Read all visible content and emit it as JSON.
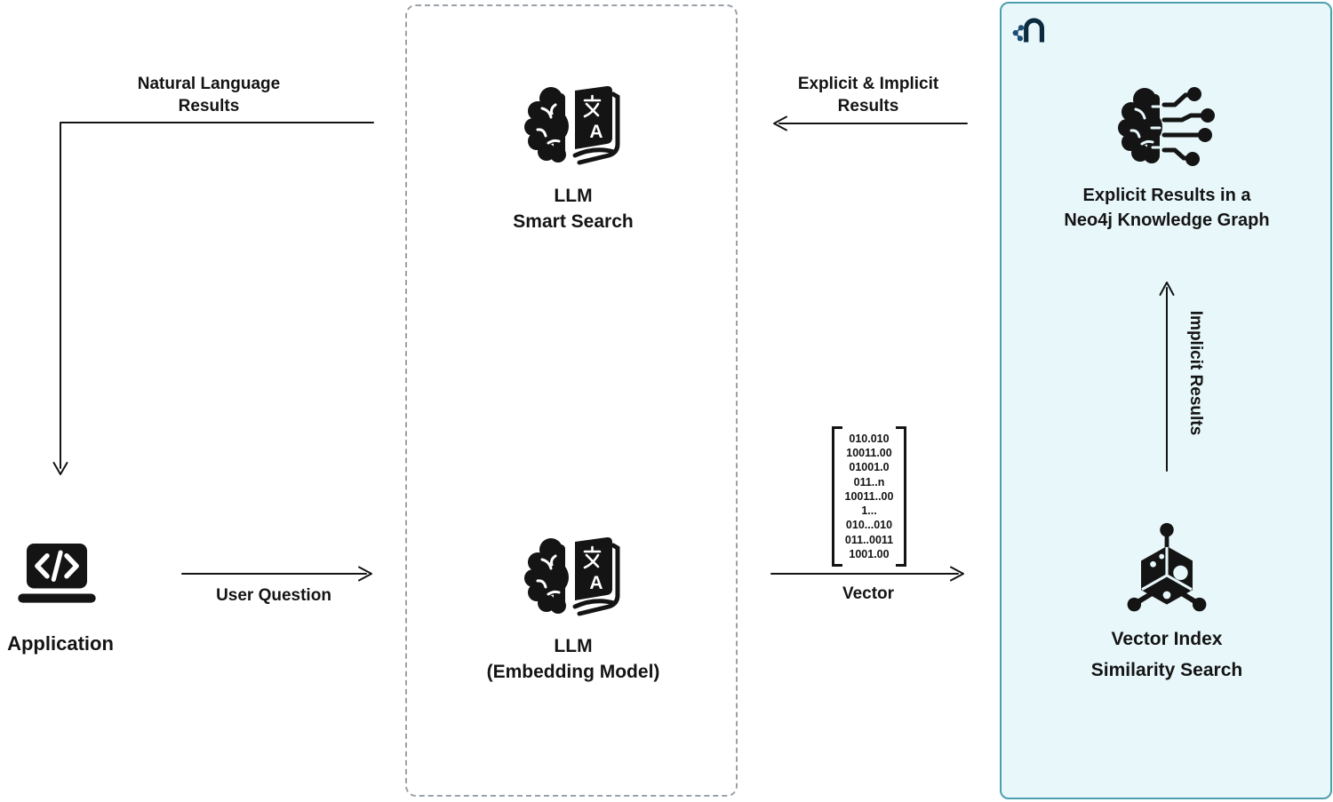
{
  "diagram": {
    "left": {
      "natural_language_results": {
        "line1": "Natural Language",
        "line2": "Results"
      },
      "application": "Application",
      "user_question": "User Question"
    },
    "llm_box": {
      "smart_search": {
        "line1": "LLM",
        "line2": "Smart Search"
      },
      "embedding_model": {
        "line1": "LLM",
        "line2": "(Embedding Model)"
      }
    },
    "vector_flow": {
      "matrix_rows": [
        "010.010",
        "10011.00",
        "01001.0",
        "011..n",
        "10011..00",
        "1...",
        "010...010",
        "011..0011",
        "1001.00"
      ],
      "vector": "Vector",
      "explicit_implicit": {
        "line1": "Explicit & Implicit",
        "line2": "Results"
      }
    },
    "neo4j_box": {
      "knowledge_graph": {
        "line1": "Explicit Results in a",
        "line2": "Neo4j Knowledge Graph"
      },
      "implicit_results": "Implicit Results",
      "vector_index": {
        "line1": "Vector Index",
        "line2": "Similarity Search"
      }
    },
    "icons": {
      "application": "laptop-code-icon",
      "llm": "brain-translation-book-icon",
      "knowledge_graph": "brain-circuit-icon",
      "vector_index": "vector-cube-icon",
      "neo4j_logo": "neo4j-logo-icon"
    },
    "colors": {
      "text": "#141414",
      "line": "#141414",
      "dashed_border": "#9aa1a9",
      "neo4j_box_bg": "#e8f7fa",
      "neo4j_box_border": "#4d9fae",
      "neo4j_logo_navy": "#0c2a3d",
      "neo4j_logo_blue": "#1b4d73"
    }
  }
}
